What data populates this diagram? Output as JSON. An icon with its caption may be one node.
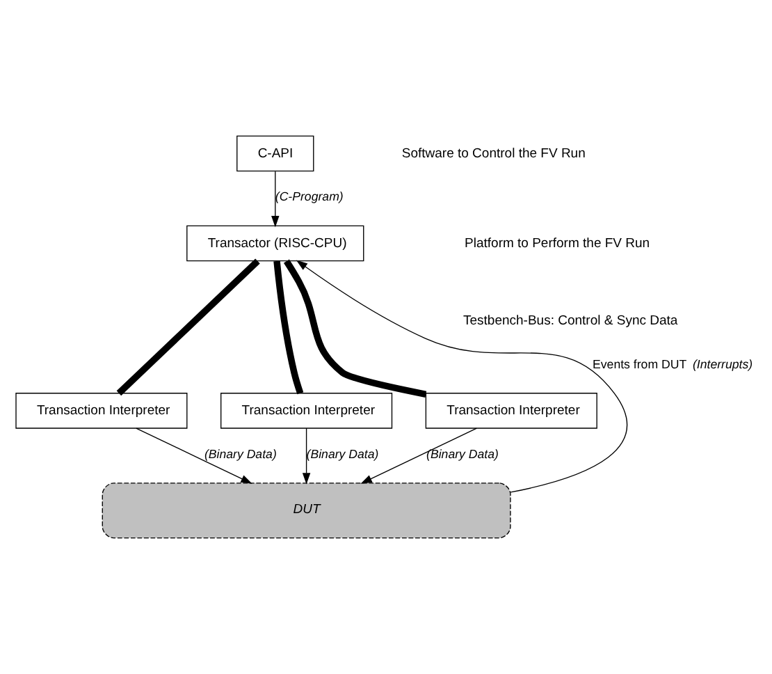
{
  "diagram": {
    "nodes": [
      {
        "text": [
          "C-API"
        ]
      },
      {
        "text": [
          "Transactor (RISC-CPU)"
        ]
      },
      {
        "text": [
          "Transaction Interpreter"
        ]
      },
      {
        "text": [
          "Transaction Interpreter"
        ]
      },
      {
        "text": [
          "Transaction Interpreter"
        ]
      },
      {
        "text": [
          "DUT"
        ]
      }
    ],
    "edges": [
      {
        "from": 0,
        "to": 1,
        "arrow": "to",
        "label": "(C-Program)"
      },
      {
        "from": 5,
        "to": 1,
        "arrow": "to",
        "label": "Events from DUT *(Interrupts)*"
      },
      {
        "from": 1,
        "to": 2,
        "arrow": "none",
        "style": "thick"
      },
      {
        "from": 1,
        "to": 3,
        "arrow": "none",
        "style": "thick"
      },
      {
        "from": 1,
        "to": 4,
        "arrow": "none",
        "style": "thick"
      },
      {
        "from": 2,
        "to": 5,
        "arrow": "to",
        "label": "(Binary Data)"
      },
      {
        "from": 3,
        "to": 5,
        "arrow": "to",
        "label": "(Binary Data)"
      },
      {
        "from": 4,
        "to": 5,
        "arrow": "to",
        "label": "(Binary Data)"
      }
    ],
    "labels": [
      "Software to Control the FV Run",
      "Platform to Perform the FV Run",
      "Testbench-Bus: Control & Sync Data"
    ]
  }
}
